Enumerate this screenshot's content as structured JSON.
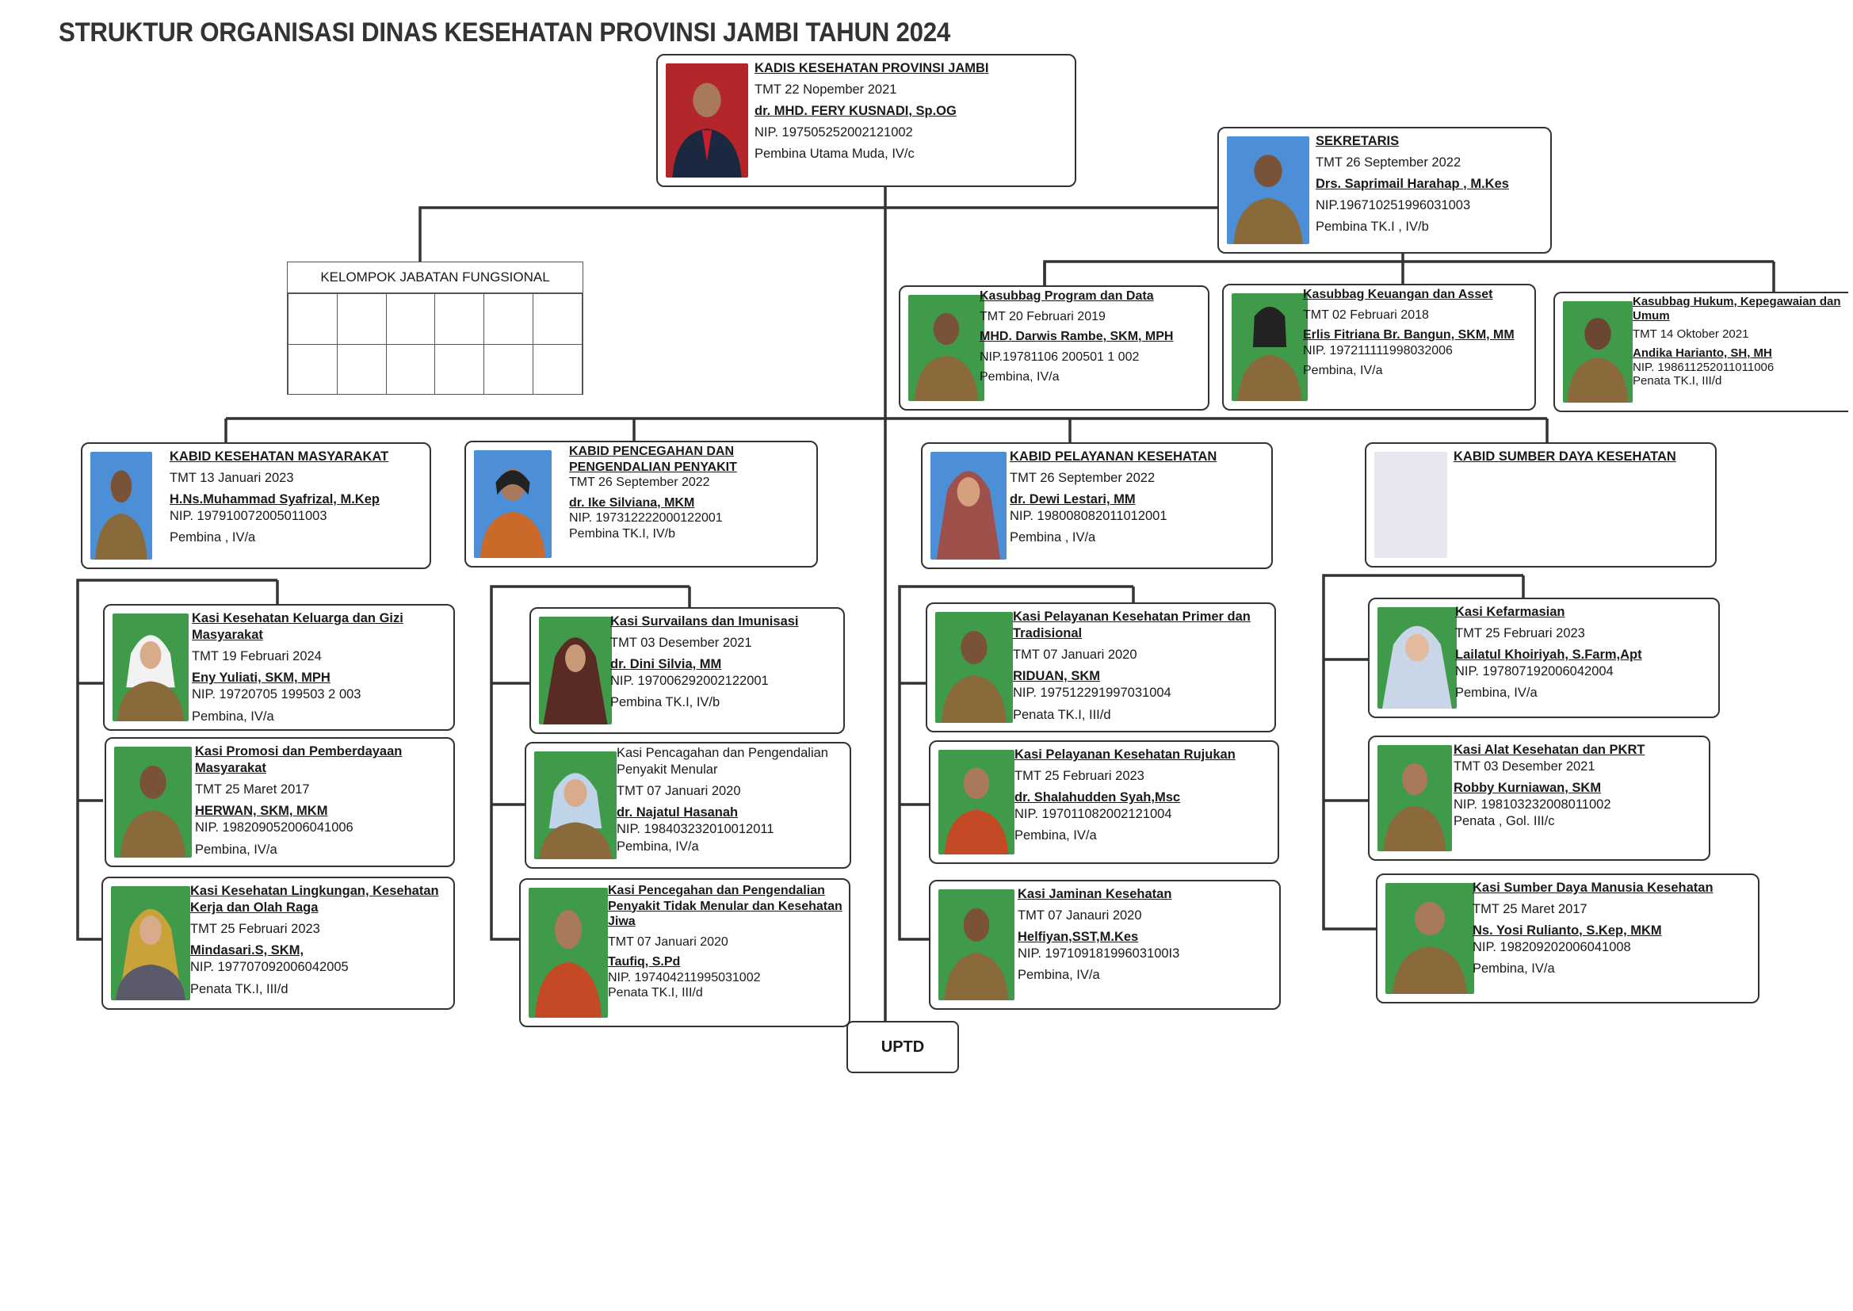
{
  "title": "STRUKTUR ORGANISASI DINAS KESEHATAN PROVINSI JAMBI TAHUN 2024",
  "fungsional_label": "KELOMPOK JABATAN FUNGSIONAL",
  "uptd_label": "UPTD",
  "colors": {
    "photo_bg_green": "#3f9a4a",
    "photo_bg_blue": "#4c8fd6",
    "photo_bg_red": "#b3262a",
    "line": "#333333"
  },
  "kadis": {
    "pos": "KADIS KESEHATAN PROVINSI JAMBI",
    "tmt": "TMT 22 Nopember 2021",
    "name": "dr. MHD. FERY KUSNADI, Sp.OG",
    "nip": "NIP. 197505252002121002",
    "rank": "Pembina Utama Muda, IV/c"
  },
  "sekretaris": {
    "pos": "SEKRETARIS",
    "tmt": "TMT 26 September 2022",
    "name": "Drs. Saprimail Harahap , M.Kes",
    "nip": "NIP.196710251996031003",
    "rank": "Pembina TK.I , IV/b"
  },
  "kasubbag_program": {
    "pos": "Kasubbag Program dan Data",
    "tmt": "TMT 20 Februari 2019",
    "name": "MHD. Darwis Rambe, SKM, MPH",
    "nip": "NIP.19781106 200501 1 002",
    "rank": "Pembina, IV/a"
  },
  "kasubbag_keuangan": {
    "pos": "Kasubbag Keuangan dan Asset",
    "tmt": "TMT 02 Februari 2018",
    "name": "Erlis Fitriana Br. Bangun, SKM, MM",
    "nip": "NIP. 197211111998032006",
    "rank": "Pembina, IV/a"
  },
  "kasubbag_hukum": {
    "pos": "Kasubbag Hukum, Kepegawaian dan Umum",
    "tmt": "TMT 14 Oktober 2021",
    "name": "Andika Harianto, SH, MH",
    "nip": "NIP. 198611252011011006",
    "rank": "Penata TK.I, III/d"
  },
  "kabid_kesmas": {
    "pos": "KABID KESEHATAN MASYARAKAT",
    "tmt": "TMT 13 Januari 2023",
    "name": "H.Ns.Muhammad Syafrizal, M.Kep",
    "nip": "NIP. 197910072005011003",
    "rank": "Pembina , IV/a"
  },
  "kabid_p2p": {
    "pos": "KABID PENCEGAHAN DAN PENGENDALIAN PENYAKIT",
    "tmt": "TMT 26 September 2022",
    "name": "dr. Ike Silviana, MKM",
    "nip": "NIP. 197312222000122001",
    "rank": "Pembina TK.I, IV/b"
  },
  "kabid_yankes": {
    "pos": "KABID PELAYANAN KESEHATAN",
    "tmt": "TMT 26 September 2022",
    "name": "dr. Dewi Lestari, MM",
    "nip": "NIP. 198008082011012001",
    "rank": "Pembina , IV/a"
  },
  "kabid_sdk": {
    "pos": "KABID SUMBER DAYA KESEHATAN"
  },
  "kasi_kgm": {
    "pos": "Kasi Kesehatan Keluarga dan Gizi Masyarakat",
    "tmt": "TMT 19 Februari 2024",
    "name": "Eny Yuliati, SKM, MPH",
    "nip": "NIP. 19720705 199503 2 003",
    "rank": "Pembina, IV/a"
  },
  "kasi_promosi": {
    "pos": "Kasi Promosi dan Pemberdayaan Masyarakat",
    "tmt": "TMT 25 Maret  2017",
    "name": "HERWAN, SKM, MKM",
    "nip": "NIP. 198209052006041006",
    "rank": "Pembina,  IV/a"
  },
  "kasi_kesling": {
    "pos": "Kasi Kesehatan Lingkungan, Kesehatan Kerja dan Olah Raga",
    "tmt": "TMT 25 Februari 2023",
    "name": "Mindasari.S, SKM,",
    "nip": "NIP. 197707092006042005",
    "rank": "Penata TK.I, III/d"
  },
  "kasi_surveilans": {
    "pos": "Kasi Survailans dan Imunisasi",
    "tmt": "TMT 03 Desember 2021",
    "name": "dr. Dini Silvia, MM",
    "nip": "NIP. 197006292002122001",
    "rank": "Pembina TK.I, IV/b"
  },
  "kasi_p2pm": {
    "pos": "Kasi Pencagahan dan Pengendalian Penyakit Menular",
    "tmt": "TMT 07 Januari 2020",
    "name": "dr. Najatul Hasanah",
    "nip": "NIP. 198403232010012011",
    "rank": "Pembina, IV/a"
  },
  "kasi_p2ptm": {
    "pos": "Kasi Pencegahan dan Pengendalian Penyakit Tidak Menular dan Kesehatan Jiwa",
    "tmt": "TMT 07 Januari 2020",
    "name": "Taufiq, S.Pd",
    "nip": "NIP. 197404211995031002",
    "rank": "Penata TK.I, III/d"
  },
  "kasi_primer": {
    "pos": "Kasi Pelayanan Kesehatan Primer dan Tradisional",
    "tmt": "TMT 07 Januari 2020",
    "name": "RIDUAN, SKM",
    "nip": "NIP. 197512291997031004",
    "rank": "Penata TK.I, III/d"
  },
  "kasi_rujukan": {
    "pos": "Kasi Pelayanan Kesehatan Rujukan",
    "tmt": "TMT 25 Februari 2023",
    "name": "dr. Shalahudden Syah,Msc",
    "nip": "NIP. 197011082002121004",
    "rank": "Pembina, IV/a"
  },
  "kasi_jaminan": {
    "pos": "Kasi Jaminan Kesehatan",
    "tmt": "TMT  07 Janauri 2020",
    "name": "Helfiyan,SST,M.Kes",
    "nip": "NIP. 19710918199603100I3",
    "rank": "Pembina, IV/a"
  },
  "kasi_farmasi": {
    "pos": "Kasi Kefarmasian",
    "tmt": "TMT 25 Februari 2023",
    "name": "Lailatul Khoiriyah, S.Farm,Apt",
    "nip": "NIP. 197807192006042004",
    "rank": "Pembina, IV/a"
  },
  "kasi_alkes": {
    "pos": "Kasi Alat Kesehatan dan PKRT",
    "tmt": "TMT 03 Desember 2021",
    "name": "Robby Kurniawan, SKM",
    "nip": "NIP. 198103232008011002",
    "rank": "Penata , Gol. III/c"
  },
  "kasi_sdm": {
    "pos": "Kasi Sumber Daya Manusia Kesehatan",
    "tmt": "TMT 25 Maret  2017",
    "name": "Ns. Yosi Rulianto, S.Kep, MKM",
    "nip": "NIP. 198209202006041008",
    "rank": "Pembina, IV/a"
  }
}
